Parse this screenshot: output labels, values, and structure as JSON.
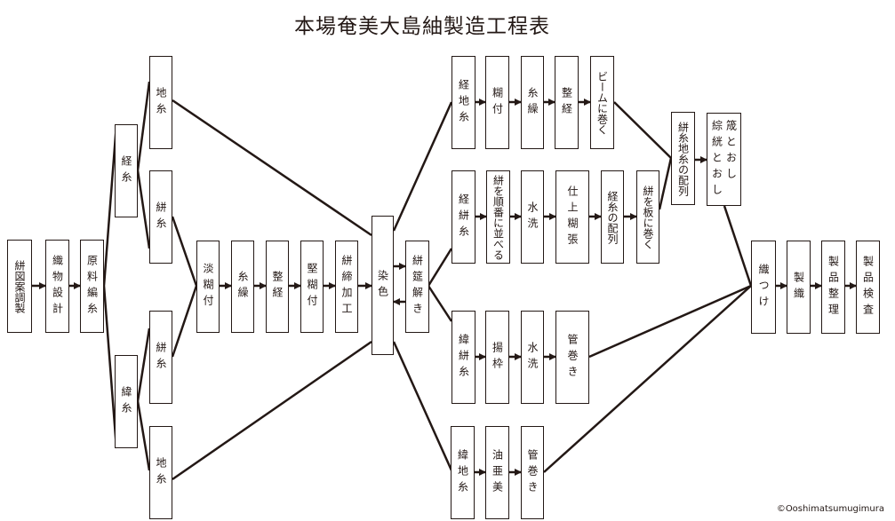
{
  "title": "本場奄美大島紬製造工程表",
  "copyright": "©Ooshimatsumugimura",
  "nodes": [
    {
      "id": "kasuri-zuan",
      "lines": [
        "絣図案調製"
      ]
    },
    {
      "id": "orimono-sekkei",
      "lines": [
        "織物設計"
      ]
    },
    {
      "id": "genryo-hensi",
      "lines": [
        "原料編糸"
      ]
    },
    {
      "id": "tateito",
      "lines": [
        "経糸"
      ]
    },
    {
      "id": "nukiito",
      "lines": [
        "緯糸"
      ]
    },
    {
      "id": "jiito-top",
      "lines": [
        "地糸"
      ]
    },
    {
      "id": "kasuriito-upper",
      "lines": [
        "絣糸"
      ]
    },
    {
      "id": "kasuriito-lower",
      "lines": [
        "絣糸"
      ]
    },
    {
      "id": "jiito-bottom",
      "lines": [
        "地糸"
      ]
    },
    {
      "id": "tannorizuke",
      "lines": [
        "淡糊付"
      ]
    },
    {
      "id": "itokuri-1",
      "lines": [
        "糸繰"
      ]
    },
    {
      "id": "seikei-1",
      "lines": [
        "整経"
      ]
    },
    {
      "id": "katanorizuke",
      "lines": [
        "堅糊付"
      ]
    },
    {
      "id": "kasurijime",
      "lines": [
        "絣締加工"
      ]
    },
    {
      "id": "senshoku",
      "lines": [
        "染色"
      ]
    },
    {
      "id": "kasuri-hodoki",
      "lines": [
        "絣筵解き"
      ]
    },
    {
      "id": "tate-jiito",
      "lines": [
        "経地糸"
      ]
    },
    {
      "id": "norizuke",
      "lines": [
        "糊付"
      ]
    },
    {
      "id": "itokuri-2",
      "lines": [
        "糸繰"
      ]
    },
    {
      "id": "seikei-2",
      "lines": [
        "整経"
      ]
    },
    {
      "id": "beam",
      "lines": [
        "ビームに巻く"
      ]
    },
    {
      "id": "tate-kasuriito",
      "lines": [
        "経絣糸"
      ]
    },
    {
      "id": "kasuri-junban",
      "lines": [
        "絣を順番に並べる"
      ]
    },
    {
      "id": "suisen-1",
      "lines": [
        "水洗"
      ]
    },
    {
      "id": "shiage",
      "lines": [
        "仕上糊張"
      ]
    },
    {
      "id": "tateito-hairetsu",
      "lines": [
        "経糸の配列"
      ]
    },
    {
      "id": "kasuri-ita",
      "lines": [
        "絣を板に巻く"
      ]
    },
    {
      "id": "kasuri-jiito-hairetsu",
      "lines": [
        "絣糸地糸の配列"
      ]
    },
    {
      "id": "osa-toshi",
      "lines": [
        "筬とおし",
        "綜絖とおし"
      ]
    },
    {
      "id": "nuki-kasuriito",
      "lines": [
        "緯絣糸"
      ]
    },
    {
      "id": "agewaku",
      "lines": [
        "揚枠"
      ]
    },
    {
      "id": "suisen-2",
      "lines": [
        "水洗"
      ]
    },
    {
      "id": "kudamaki-1",
      "lines": [
        "管巻き"
      ]
    },
    {
      "id": "nuki-jiito",
      "lines": [
        "緯地糸"
      ]
    },
    {
      "id": "yuami",
      "lines": [
        "油亜美"
      ]
    },
    {
      "id": "kudamaki-2",
      "lines": [
        "管巻き"
      ]
    },
    {
      "id": "oritsuke",
      "lines": [
        "織つけ"
      ]
    },
    {
      "id": "seishoku",
      "lines": [
        "製織"
      ]
    },
    {
      "id": "seihin-seiri",
      "lines": [
        "製品整理"
      ]
    },
    {
      "id": "seihin-kensa",
      "lines": [
        "製品検査"
      ]
    }
  ]
}
